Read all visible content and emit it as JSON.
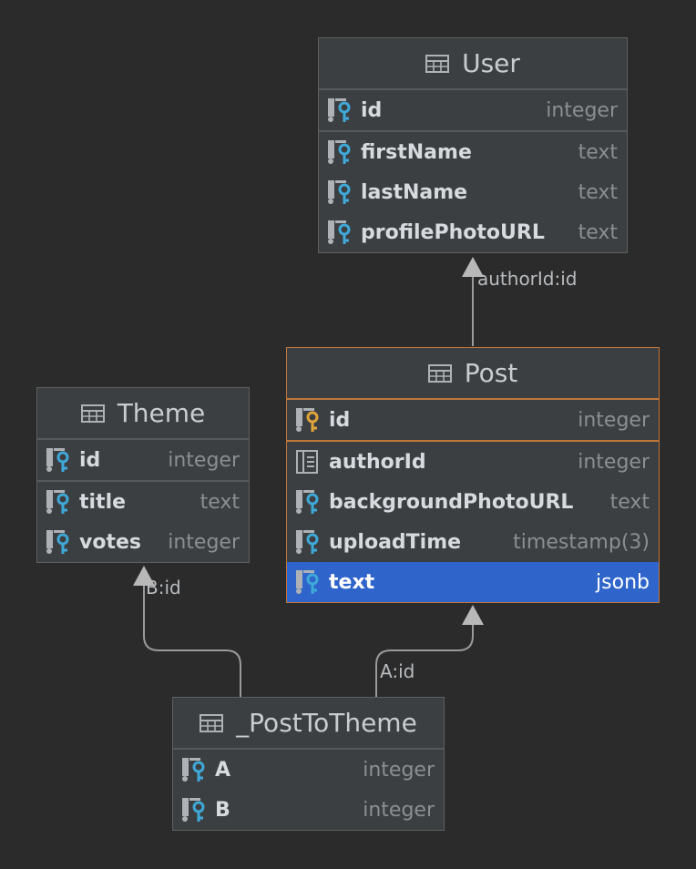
{
  "tables": {
    "user": {
      "name": "User",
      "columns": [
        {
          "name": "id",
          "type": "integer",
          "icon": "primary-key-column-icon"
        },
        {
          "name": "firstName",
          "type": "text",
          "icon": "indexed-column-icon"
        },
        {
          "name": "lastName",
          "type": "text",
          "icon": "indexed-column-icon"
        },
        {
          "name": "profilePhotoURL",
          "type": "text",
          "icon": "indexed-column-icon"
        }
      ]
    },
    "post": {
      "name": "Post",
      "columns": [
        {
          "name": "id",
          "type": "integer",
          "icon": "primary-key-column-icon"
        },
        {
          "name": "authorId",
          "type": "integer",
          "icon": "foreign-key-column-icon"
        },
        {
          "name": "backgroundPhotoURL",
          "type": "text",
          "icon": "indexed-column-icon"
        },
        {
          "name": "uploadTime",
          "type": "timestamp(3)",
          "icon": "indexed-column-icon"
        },
        {
          "name": "text",
          "type": "jsonb",
          "icon": "indexed-column-icon",
          "selected": true
        }
      ]
    },
    "theme": {
      "name": "Theme",
      "columns": [
        {
          "name": "id",
          "type": "integer",
          "icon": "primary-key-column-icon"
        },
        {
          "name": "title",
          "type": "text",
          "icon": "indexed-column-icon"
        },
        {
          "name": "votes",
          "type": "integer",
          "icon": "indexed-column-icon"
        }
      ]
    },
    "post_to_theme": {
      "name": "_PostToTheme",
      "columns": [
        {
          "name": "A",
          "type": "integer",
          "icon": "indexed-column-icon"
        },
        {
          "name": "B",
          "type": "integer",
          "icon": "indexed-column-icon"
        }
      ]
    }
  },
  "relations": {
    "post_user": "authorId:id",
    "ptt_theme": "B:id",
    "ptt_post": "A:id"
  },
  "colors": {
    "background": "#2b2b2b",
    "table_fill": "#3c3f41",
    "selection_border": "#c0763a",
    "selected_row": "#2f65ca",
    "key_blue": "#3fa9d9",
    "key_gold": "#e0a43a"
  }
}
